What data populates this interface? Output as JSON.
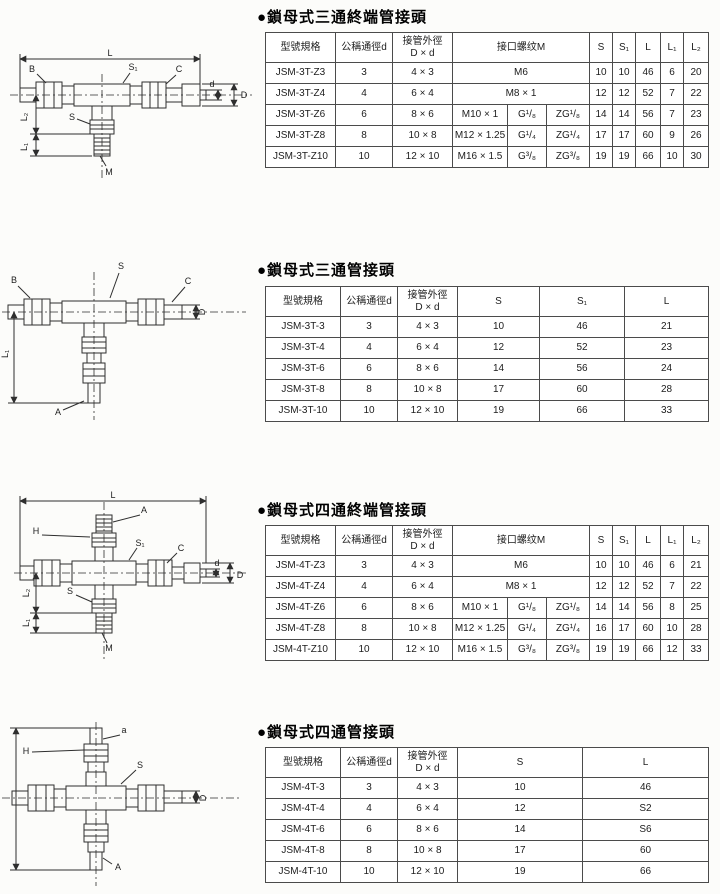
{
  "colors": {
    "background": "#fcfcfa",
    "table_border": "#4b4b4b",
    "line": "#2e2e2e",
    "text": "#1a1a1a"
  },
  "sections": [
    {
      "title": "●鎖母式三通終端管接頭",
      "drawing": {
        "labels": {
          "L": "L",
          "S1": "S₁",
          "C": "C",
          "B": "B",
          "d": "d",
          "D": "D",
          "S": "S",
          "L2": "L₂",
          "L1": "L₁",
          "M": "M"
        }
      },
      "table": {
        "headers": [
          "型號規格",
          "公稱通徑d",
          {
            "text": "接管外徑",
            "sub": "D × d"
          },
          {
            "text": "接口螺纹M",
            "colspan": 3
          },
          "S",
          "S₁",
          "L",
          "L₁",
          "L₂"
        ],
        "rows": [
          [
            "JSM-3T-Z3",
            "3",
            "4 × 3",
            {
              "text": "M6",
              "colspan": 3
            },
            "10",
            "10",
            "46",
            "6",
            "20"
          ],
          [
            "JSM-3T-Z4",
            "4",
            "6 × 4",
            {
              "text": "M8 × 1",
              "colspan": 3
            },
            "12",
            "12",
            "52",
            "7",
            "22"
          ],
          [
            "JSM-3T-Z6",
            "6",
            "8 × 6",
            "M10 × 1",
            "G¹/₈",
            "ZG¹/₈",
            "14",
            "14",
            "56",
            "7",
            "23"
          ],
          [
            "JSM-3T-Z8",
            "8",
            "10 × 8",
            "M12 × 1.25",
            "G¹/₄",
            "ZG¹/₄",
            "17",
            "17",
            "60",
            "9",
            "26"
          ],
          [
            "JSM-3T-Z10",
            "10",
            "12 × 10",
            "M16 × 1.5",
            "G³/₈",
            "ZG³/₈",
            "19",
            "19",
            "66",
            "10",
            "30"
          ]
        ]
      }
    },
    {
      "title": "●鎖母式三通管接頭",
      "drawing": {
        "labels": {
          "S": "S",
          "B": "B",
          "C": "C",
          "D": "D",
          "L1": "L₁",
          "A": "A"
        }
      },
      "table": {
        "headers": [
          "型號規格",
          "公稱通徑d",
          {
            "text": "接管外徑",
            "sub": "D × d"
          },
          "S",
          "S₁",
          "L"
        ],
        "rows": [
          [
            "JSM-3T-3",
            "3",
            "4 × 3",
            "10",
            "46",
            "21"
          ],
          [
            "JSM-3T-4",
            "4",
            "6 × 4",
            "12",
            "52",
            "23"
          ],
          [
            "JSM-3T-6",
            "6",
            "8 × 6",
            "14",
            "56",
            "24"
          ],
          [
            "JSM-3T-8",
            "8",
            "10 × 8",
            "17",
            "60",
            "28"
          ],
          [
            "JSM-3T-10",
            "10",
            "12 × 10",
            "19",
            "66",
            "33"
          ]
        ]
      }
    },
    {
      "title": "●鎖母式四通終端管接頭",
      "drawing": {
        "labels": {
          "L": "L",
          "A": "A",
          "H": "H",
          "S1": "S₁",
          "C": "C",
          "d": "d",
          "D": "D",
          "S": "S",
          "L2": "L₂",
          "L1": "L₁",
          "M": "M"
        }
      },
      "table": {
        "headers": [
          "型號規格",
          "公稱通徑d",
          {
            "text": "接管外徑",
            "sub": "D × d"
          },
          {
            "text": "接口螺纹M",
            "colspan": 3
          },
          "S",
          "S₁",
          "L",
          "L₁",
          "L₂"
        ],
        "rows": [
          [
            "JSM-4T-Z3",
            "3",
            "4 × 3",
            {
              "text": "M6",
              "colspan": 3
            },
            "10",
            "10",
            "46",
            "6",
            "21"
          ],
          [
            "JSM-4T-Z4",
            "4",
            "6 × 4",
            {
              "text": "M8 × 1",
              "colspan": 3
            },
            "12",
            "12",
            "52",
            "7",
            "22"
          ],
          [
            "JSM-4T-Z6",
            "6",
            "8 × 6",
            "M10 × 1",
            "G¹/₈",
            "ZG¹/₈",
            "14",
            "14",
            "56",
            "8",
            "25"
          ],
          [
            "JSM-4T-Z8",
            "8",
            "10 × 8",
            "M12 × 1.25",
            "G¹/₄",
            "ZG¹/₄",
            "16",
            "17",
            "60",
            "10",
            "28"
          ],
          [
            "JSM-4T-Z10",
            "10",
            "12 × 10",
            "M16 × 1.5",
            "G³/₈",
            "ZG³/₈",
            "19",
            "19",
            "66",
            "12",
            "33"
          ]
        ]
      }
    },
    {
      "title": "●鎖母式四通管接頭",
      "drawing": {
        "labels": {
          "a": "a",
          "H": "H",
          "S": "S",
          "D": "D",
          "A": "A"
        }
      },
      "table": {
        "headers": [
          "型號規格",
          "公稱通徑d",
          {
            "text": "接管外徑",
            "sub": "D × d"
          },
          "S",
          "L"
        ],
        "rows": [
          [
            "JSM-4T-3",
            "3",
            "4 × 3",
            "10",
            "46"
          ],
          [
            "JSM-4T-4",
            "4",
            "6 × 4",
            "12",
            "S2"
          ],
          [
            "JSM-4T-6",
            "6",
            "8 × 6",
            "14",
            "S6"
          ],
          [
            "JSM-4T-8",
            "8",
            "10 × 8",
            "17",
            "60"
          ],
          [
            "JSM-4T-10",
            "10",
            "12 × 10",
            "19",
            "66"
          ]
        ]
      }
    }
  ]
}
